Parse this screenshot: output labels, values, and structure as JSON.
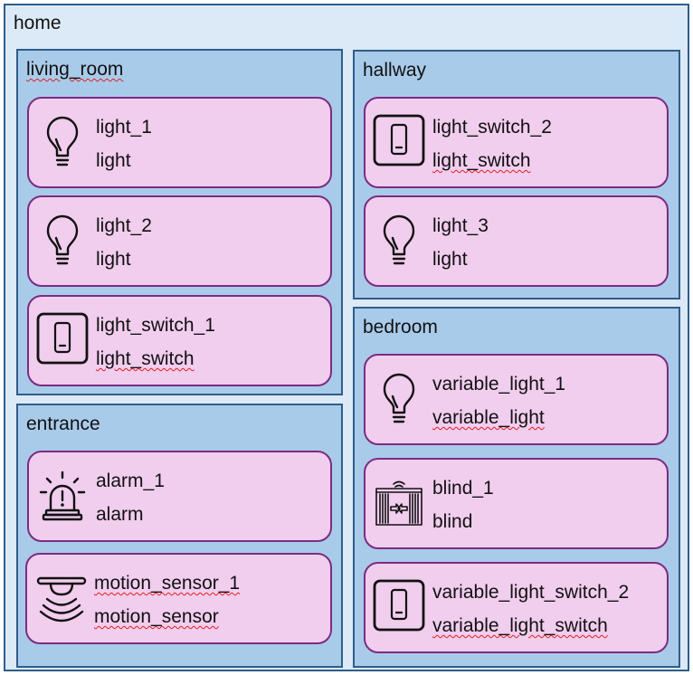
{
  "home": {
    "label": "home"
  },
  "rooms": {
    "living_room": {
      "label": "living_room",
      "devices": [
        {
          "name": "light_1",
          "type": "light",
          "icon": "light-bulb-icon"
        },
        {
          "name": "light_2",
          "type": "light",
          "icon": "light-bulb-icon"
        },
        {
          "name": "light_switch_1",
          "type": "light_switch",
          "icon": "light-switch-icon"
        }
      ]
    },
    "hallway": {
      "label": "hallway",
      "devices": [
        {
          "name": "light_switch_2",
          "type": "light_switch",
          "icon": "light-switch-icon"
        },
        {
          "name": "light_3",
          "type": "light",
          "icon": "light-bulb-icon"
        }
      ]
    },
    "entrance": {
      "label": "entrance",
      "devices": [
        {
          "name": "alarm_1",
          "type": "alarm",
          "icon": "alarm-siren-icon"
        },
        {
          "name": "motion_sensor_1",
          "type": "motion_sensor",
          "icon": "motion-sensor-icon"
        }
      ]
    },
    "bedroom": {
      "label": "bedroom",
      "devices": [
        {
          "name": "variable_light_1",
          "type": "variable_light",
          "icon": "light-bulb-icon"
        },
        {
          "name": "blind_1",
          "type": "blind",
          "icon": "window-blind-icon"
        },
        {
          "name": "variable_light_switch_2",
          "type": "variable_light_switch",
          "icon": "light-switch-icon"
        }
      ]
    }
  },
  "colors": {
    "home_fill": "#dce9f6",
    "room_fill": "#a9cbea",
    "room_border": "#2f5d8a",
    "device_fill": "#f1cdee",
    "device_border": "#7b2c82"
  }
}
